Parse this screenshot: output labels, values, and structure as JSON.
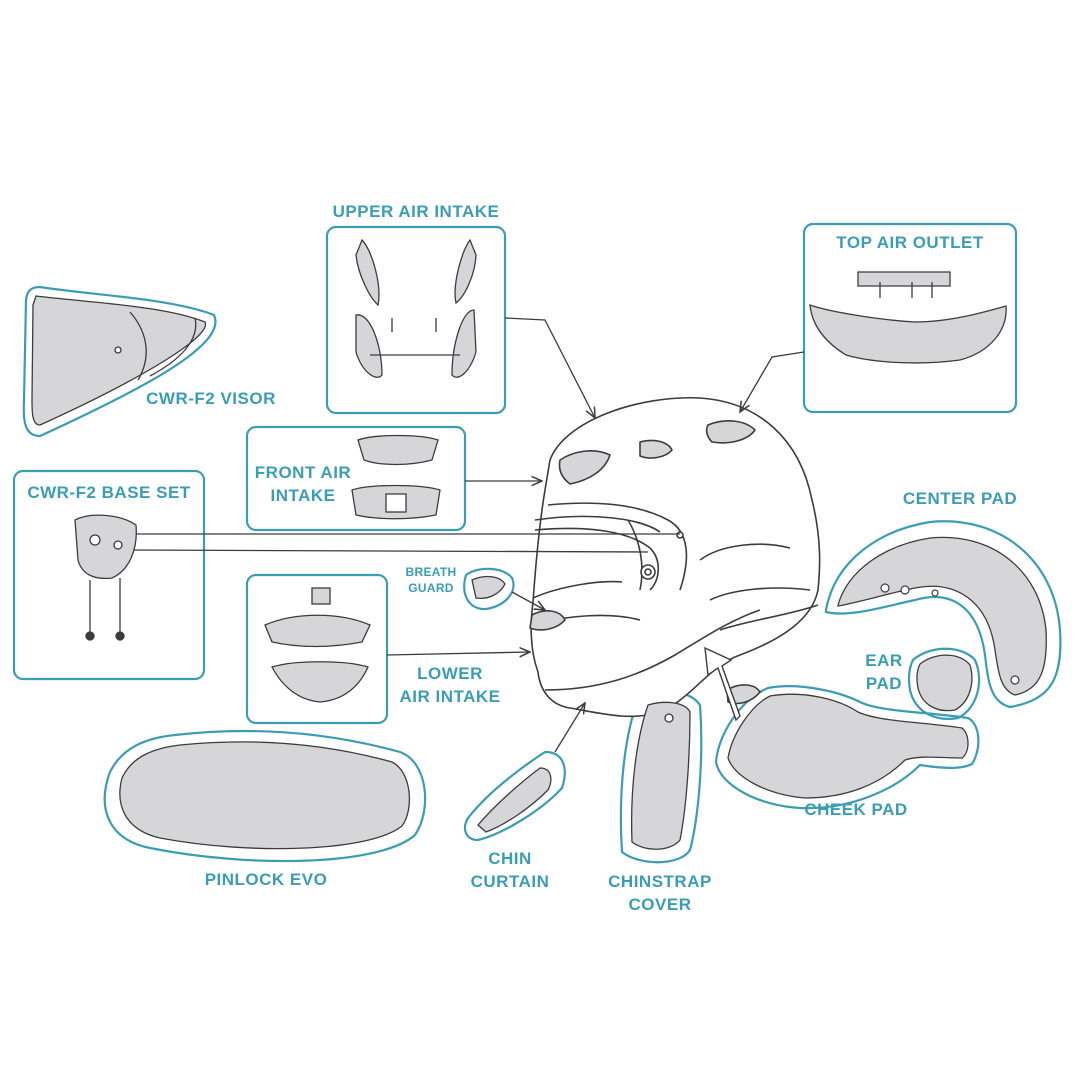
{
  "labels": {
    "upper_air_intake": "UPPER AIR INTAKE",
    "top_air_outlet": "TOP AIR OUTLET",
    "cwr_f2_visor": "CWR-F2 VISOR",
    "front_air_intake_1": "FRONT AIR",
    "front_air_intake_2": "INTAKE",
    "cwr_f2_base_set": "CWR-F2 BASE SET",
    "breath_guard_1": "BREATH",
    "breath_guard_2": "GUARD",
    "center_pad": "CENTER PAD",
    "lower_air_intake_1": "LOWER",
    "lower_air_intake_2": "AIR INTAKE",
    "ear_pad_1": "EAR",
    "ear_pad_2": "PAD",
    "cheek_pad": "CHEEK PAD",
    "pinlock_evo": "PINLOCK EVO",
    "chin_curtain_1": "CHIN",
    "chin_curtain_2": "CURTAIN",
    "chinstrap_cover_1": "CHINSTRAP",
    "chinstrap_cover_2": "COVER"
  },
  "colors": {
    "accent": "#3a9db4",
    "line": "#3c3c3c",
    "part_fill": "#d6d6d8"
  }
}
